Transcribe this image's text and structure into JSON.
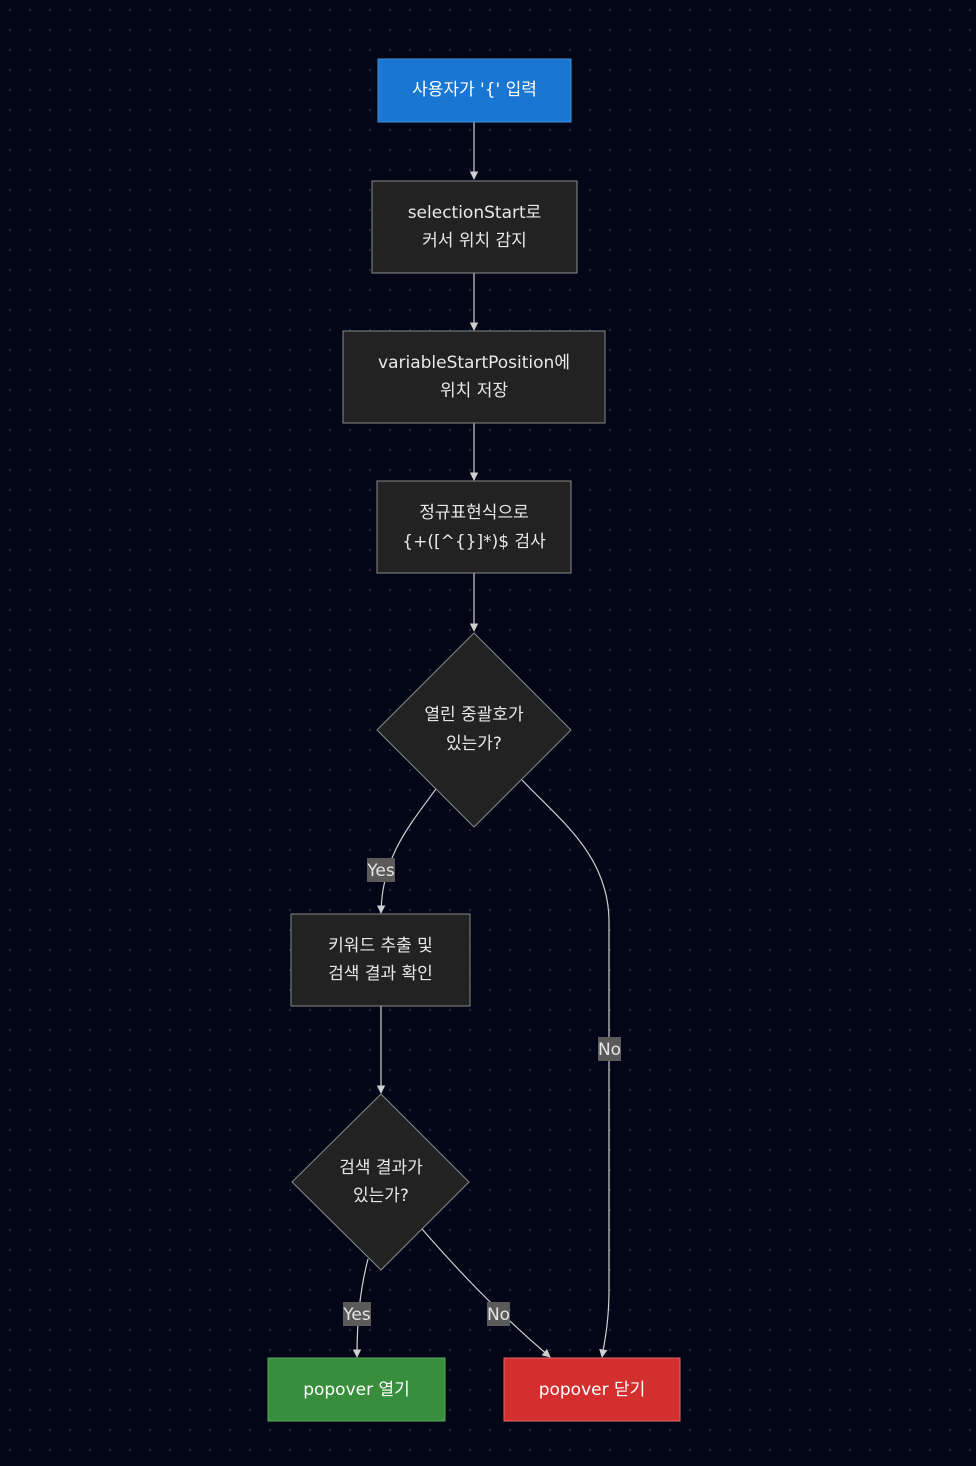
{
  "colors": {
    "background": "#020617",
    "node_fill": "#222222",
    "node_stroke": "#8a8a8a",
    "start_fill": "#1976d2",
    "open_fill": "#388e3c",
    "close_fill": "#d32f2f",
    "edge": "#d0d0d0",
    "label_bg": "#5a5a5a"
  },
  "nodes": {
    "input": {
      "lines": [
        "사용자가 '{' 입력"
      ]
    },
    "detect": {
      "lines": [
        "selectionStart로",
        "커서 위치 감지"
      ]
    },
    "save": {
      "lines": [
        "variableStartPosition에",
        "위치 저장"
      ]
    },
    "regex": {
      "lines": [
        "정규표현식으로",
        "{+([^{}]*)$ 검사"
      ]
    },
    "check_brace": {
      "lines": [
        "열린 중괄호가",
        "있는가?"
      ]
    },
    "extract": {
      "lines": [
        "키워드 추출 및",
        "검색 결과 확인"
      ]
    },
    "check_result": {
      "lines": [
        "검색 결과가",
        "있는가?"
      ]
    },
    "open": {
      "lines": [
        "popover 열기"
      ]
    },
    "close": {
      "lines": [
        "popover 닫기"
      ]
    }
  },
  "edges": {
    "brace_yes": "Yes",
    "brace_no": "No",
    "result_yes": "Yes",
    "result_no": "No"
  }
}
